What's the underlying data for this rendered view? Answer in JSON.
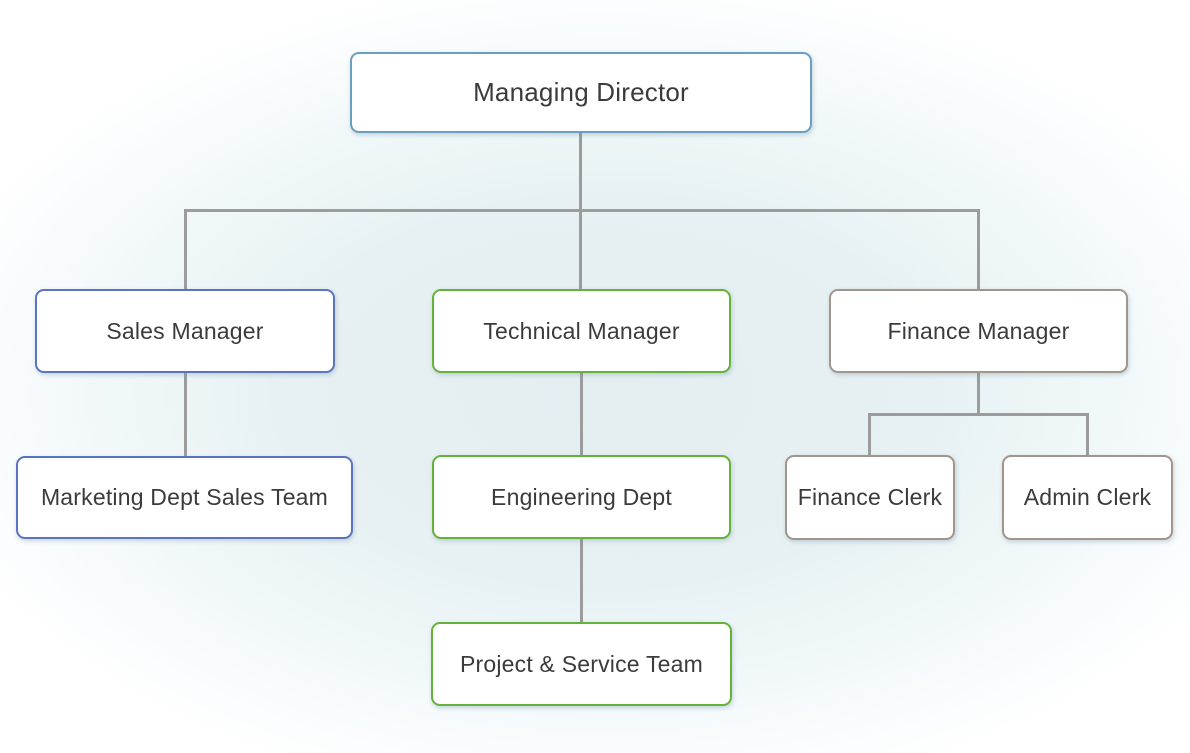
{
  "diagram": {
    "type": "org-chart",
    "connector_color": "#9c9c9c",
    "nodes": [
      {
        "id": "managing-director",
        "label": "Managing Director",
        "accent": "#6b9fc0",
        "parent": null
      },
      {
        "id": "sales-manager",
        "label": "Sales Manager",
        "accent": "#5b74c1",
        "parent": "managing-director"
      },
      {
        "id": "technical-manager",
        "label": "Technical Manager",
        "accent": "#64b23a",
        "parent": "managing-director"
      },
      {
        "id": "finance-manager",
        "label": "Finance Manager",
        "accent": "#a2968c",
        "parent": "managing-director"
      },
      {
        "id": "marketing-dept-sales-team",
        "label": "Marketing Dept Sales Team",
        "accent": "#5b74c1",
        "parent": "sales-manager"
      },
      {
        "id": "engineering-dept",
        "label": "Engineering Dept",
        "accent": "#64b23a",
        "parent": "technical-manager"
      },
      {
        "id": "finance-clerk",
        "label": "Finance Clerk",
        "accent": "#a2968c",
        "parent": "finance-manager"
      },
      {
        "id": "admin-clerk",
        "label": "Admin Clerk",
        "accent": "#a2968c",
        "parent": "finance-manager"
      },
      {
        "id": "project-service-team",
        "label": "Project & Service Team",
        "accent": "#64b23a",
        "parent": "engineering-dept"
      }
    ]
  }
}
